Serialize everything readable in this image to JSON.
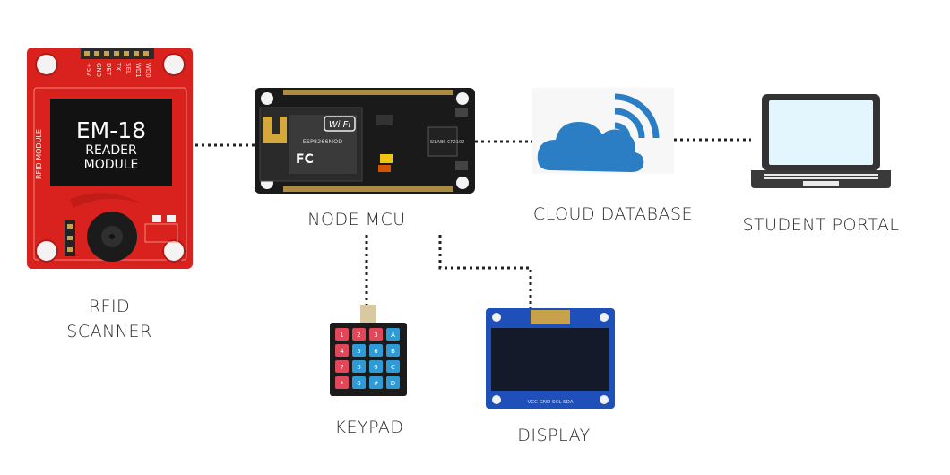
{
  "diagram": {
    "nodes": {
      "rfid": {
        "label_line1": "RFID",
        "label_line2": "SCANNER",
        "chip_line1": "EM-18",
        "chip_line2": "READER",
        "chip_line3": "MODULE",
        "side_text": "RFID MODULE",
        "pins": [
          "WD0",
          "WD1",
          "SEL",
          "TX",
          "DET",
          "GND",
          "+5V"
        ]
      },
      "nodemcu": {
        "label": "NODE MCU",
        "wifi_text": "Wi Fi",
        "model_text": "ESP8266MOD",
        "silabs_text": "SILABS CP2102"
      },
      "cloud": {
        "label": "CLOUD DATABASE"
      },
      "portal": {
        "label": "STUDENT PORTAL"
      },
      "keypad": {
        "label": "KEYPAD",
        "keys": [
          "1",
          "2",
          "3",
          "A",
          "4",
          "5",
          "6",
          "B",
          "7",
          "8",
          "9",
          "C",
          "*",
          "0",
          "#",
          "D"
        ]
      },
      "display": {
        "label": "DISPLAY",
        "pin_text": "VCC GND SCL SDA"
      }
    },
    "colors": {
      "rfid_board": "#d9221e",
      "nodemcu_board": "#1a1a1a",
      "cloud_blue": "#2b7ec4",
      "laptop_screen": "#e3f5fd",
      "display_board": "#1f4fb8",
      "keypad_red": "#e0485a",
      "keypad_blue": "#2f9bd6"
    }
  }
}
